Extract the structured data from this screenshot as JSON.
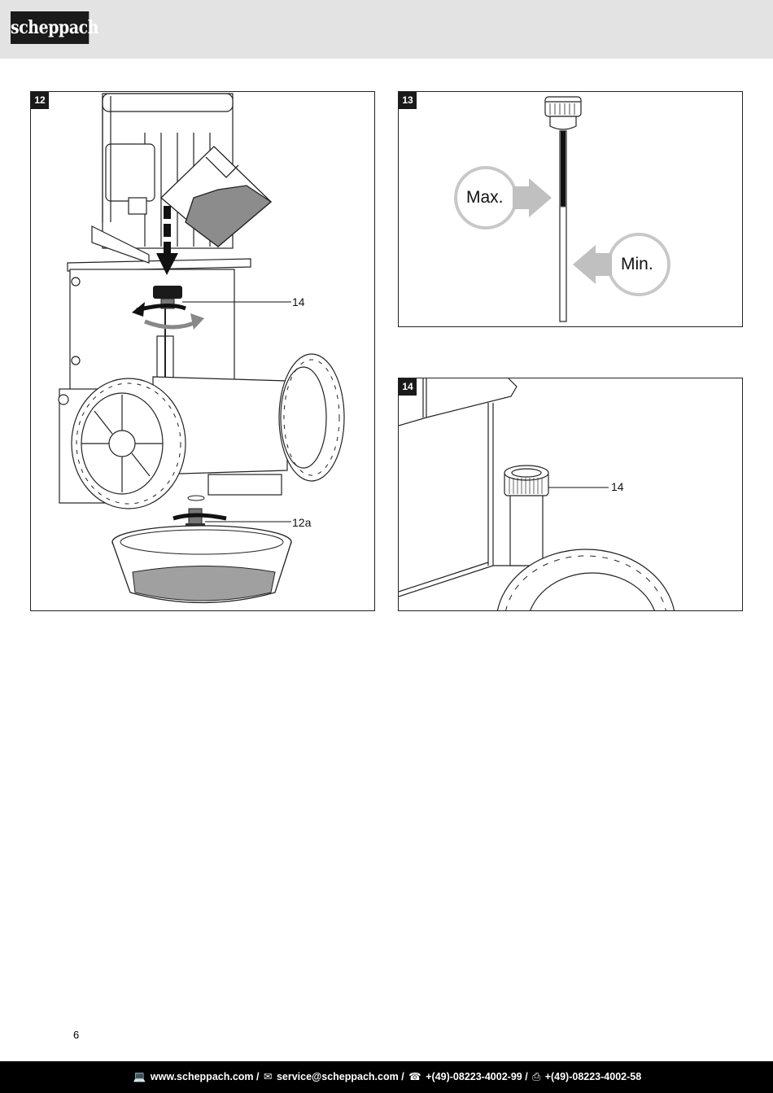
{
  "header": {
    "logo_text": "scheppach"
  },
  "figures": [
    {
      "number": "12",
      "callouts": [
        "14",
        "12a"
      ]
    },
    {
      "number": "13",
      "max_label": "Max.",
      "min_label": "Min."
    },
    {
      "number": "14",
      "callouts": [
        "14"
      ]
    }
  ],
  "page_number": "6",
  "footer": {
    "web_icon": "computer-icon",
    "web": "www.scheppach.com",
    "email_icon": "envelope-icon",
    "email": "service@scheppach.com",
    "phone_icon": "phone-icon",
    "phone": "+(49)-08223-4002-99",
    "fax_icon": "fax-icon",
    "fax": "+(49)-08223-4002-58",
    "separator": "/"
  }
}
